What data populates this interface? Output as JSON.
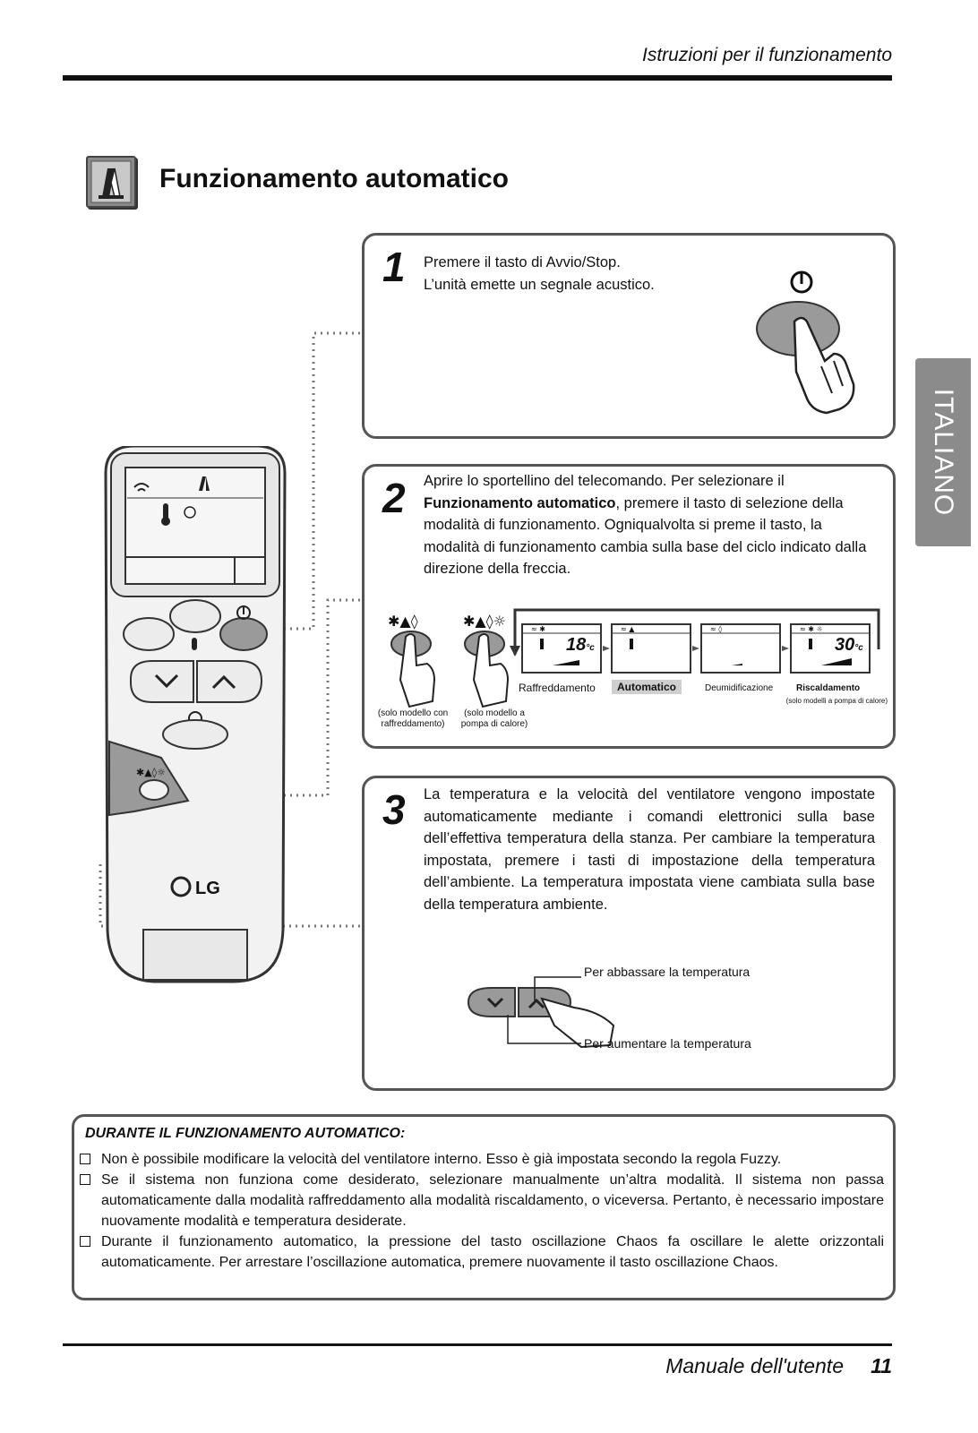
{
  "header": {
    "title": "Istruzioni per il funzionamento"
  },
  "section": {
    "title": "Funzionamento automatico",
    "icon": "auto-mode-icon"
  },
  "language_tab": "ITALIANO",
  "step1": {
    "number": "1",
    "lines": [
      "Premere il tasto di Avvio/Stop.",
      "L’unità emette un segnale acustico."
    ],
    "icon": "power-icon"
  },
  "step2": {
    "number": "2",
    "text_pre": "Aprire lo sportellino del telecomando. Per selezionare il ",
    "text_bold": "Funzionamento automatico",
    "text_post": ", premere il tasto di selezione della modalità di funzionamento. Ogniqualvolta si preme il tasto, la modalità di funzionamento cambia sulla base del ciclo indicato dalla direzione della freccia.",
    "button_notes": [
      "(solo modello con raffreddamento)",
      "(solo modello a pompa di calore)"
    ],
    "modes": [
      {
        "label": "Raffreddamento",
        "display_temp": "18",
        "unit": "°c"
      },
      {
        "label": "Automatico",
        "display_temp": "",
        "unit": ""
      },
      {
        "label": "Deumidificazione",
        "display_temp": "",
        "unit": ""
      },
      {
        "label": "Riscaldamento",
        "display_temp": "30",
        "unit": "°c"
      }
    ],
    "heat_note": "(solo modelli a pompa di calore)"
  },
  "step3": {
    "number": "3",
    "text": "La temperatura e la velocità del ventilatore vengono impostate automaticamente mediante i comandi elettronici sulla base dell’effettiva temperatura della stanza. Per cambiare la temperatura impostata, premere i tasti di impostazione della temperatura dell’ambiente. La temperatura impostata viene cambiata sulla base della temperatura ambiente.",
    "lower_label": "Per abbassare la temperatura",
    "raise_label": "Per aumentare la temperatura"
  },
  "remote": {
    "brand": "LG"
  },
  "notes": {
    "heading": "DURANTE IL FUNZIONAMENTO AUTOMATICO:",
    "items": [
      "Non è possibile modificare la velocità del ventilatore interno. Esso è già impostata secondo la regola Fuzzy.",
      "Se il sistema non funziona come desiderato, selezionare manualmente un’altra modalità. Il sistema non passa automaticamente dalla modalità raffreddamento alla modalità riscaldamento, o viceversa. Pertanto, è necessario impostare nuovamente modalità e temperatura desiderate.",
      "Durante il funzionamento automatico, la pressione del tasto oscillazione Chaos fa oscillare le alette orizzontali automaticamente. Per arrestare l’oscillazione automatica, premere nuovamente il tasto oscillazione Chaos."
    ]
  },
  "footer": {
    "label": "Manuale dell'utente",
    "page": "11"
  }
}
